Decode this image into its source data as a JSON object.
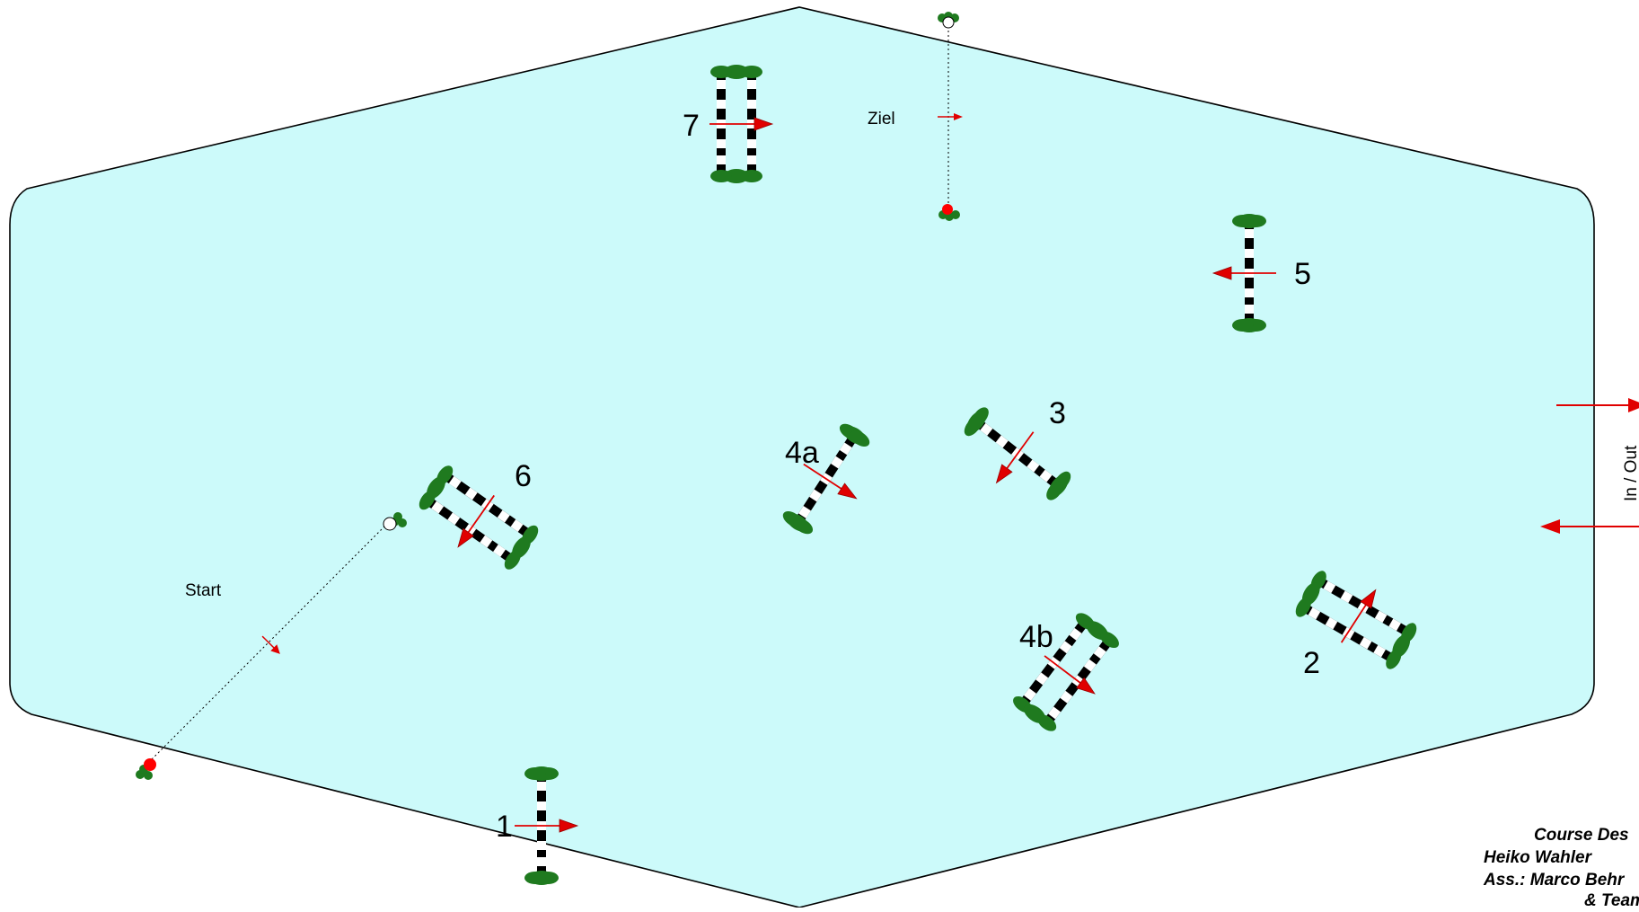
{
  "colors": {
    "arena_fill": "#ccfafa",
    "arena_stroke": "#000000",
    "pole_black": "#000000",
    "pole_white": "#ffffff",
    "standard_green": "#1f7a1f",
    "arrow_red": "#e00000",
    "flag_red": "#ff0000",
    "flag_white": "#ffffff"
  },
  "icons": {
    "fence": "fence-icon",
    "direction_arrow": "direction-arrow-icon",
    "flag": "flag-icon"
  },
  "labels": {
    "start": "Start",
    "finish": "Ziel",
    "entrance": "In / Out"
  },
  "fences": [
    {
      "id": "1",
      "label": "1",
      "type": "vertical"
    },
    {
      "id": "2",
      "label": "2",
      "type": "oxer"
    },
    {
      "id": "3",
      "label": "3",
      "type": "vertical"
    },
    {
      "id": "4a",
      "label": "4a",
      "type": "vertical"
    },
    {
      "id": "4b",
      "label": "4b",
      "type": "oxer"
    },
    {
      "id": "5",
      "label": "5",
      "type": "vertical"
    },
    {
      "id": "6",
      "label": "6",
      "type": "oxer"
    },
    {
      "id": "7",
      "label": "7",
      "type": "oxer"
    }
  ],
  "credits": {
    "line1": "Course Des",
    "line2": "Heiko Wahler",
    "line3": "Ass.: Marco Behr",
    "line4": "& Team"
  }
}
